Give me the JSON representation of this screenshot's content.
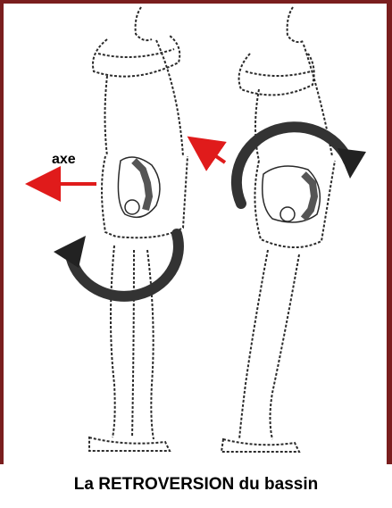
{
  "labels": {
    "axis": "axe",
    "caption": "La RETROVERSION du bassin"
  },
  "colors": {
    "frame": "#7a1e1e",
    "arrow_red": "#e01b1b",
    "rotation_arrow": "#333333",
    "sketch": "#2a2a2a"
  },
  "icons": {
    "left_figure": "standing-person-sketch",
    "right_figure": "standing-person-sketch",
    "pelvis": "pelvis-bone-illustration",
    "axis_arrow": "red-arrow-left",
    "rotation": "curved-rotation-arrow"
  }
}
